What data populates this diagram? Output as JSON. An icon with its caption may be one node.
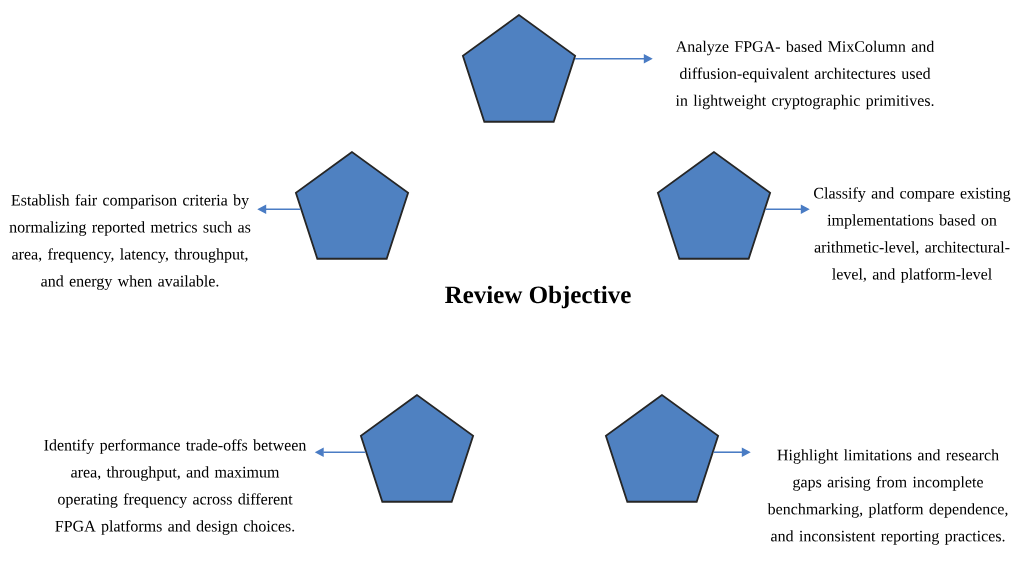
{
  "diagram": {
    "title": "Review Objective",
    "nodes": [
      {
        "text": [],
        "shape": "pentagon"
      },
      {
        "text": [
          "Analyze FPGA- based MixColumn and diffusion-equivalent architectures used in lightweight cryptographic primitives."
        ]
      },
      {
        "text": [
          "Establish fair comparison criteria by normalizing reported metrics such as area, frequency, latency, throughput, and energy when available."
        ]
      },
      {
        "text": [],
        "shape": "pentagon"
      },
      {
        "text": [],
        "shape": "pentagon"
      },
      {
        "text": [
          "Classify and compare existing implementations based on arithmetic-level, architectural-level, and platform-level"
        ]
      },
      {
        "text": [
          "Identify performance trade-offs between area, throughput, and maximum operating frequency across different FPGA platforms and design choices."
        ]
      },
      {
        "text": [],
        "shape": "pentagon"
      },
      {
        "text": [],
        "shape": "pentagon"
      },
      {
        "text": [
          "Highlight limitations and research gaps arising from incomplete benchmarking, platform dependence, and inconsistent reporting practices."
        ]
      }
    ],
    "edges": [
      {
        "from": 0,
        "to": 1,
        "arrow": "to"
      },
      {
        "from": 3,
        "to": 2,
        "arrow": "to"
      },
      {
        "from": 4,
        "to": 5,
        "arrow": "to"
      },
      {
        "from": 7,
        "to": 6,
        "arrow": "to"
      },
      {
        "from": 8,
        "to": 9,
        "arrow": "to"
      }
    ]
  }
}
